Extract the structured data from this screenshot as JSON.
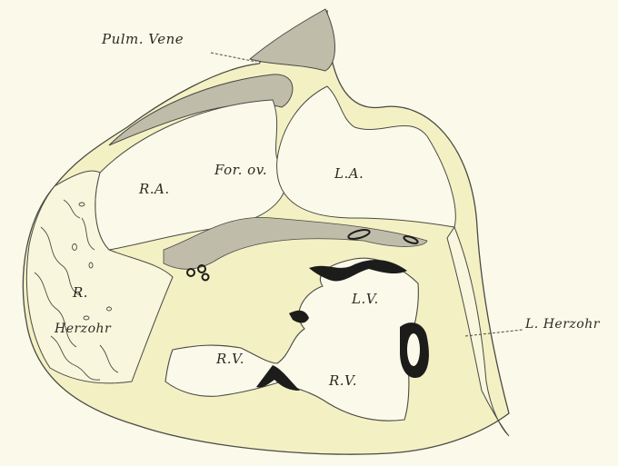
{
  "labels": {
    "pulm_vene": "Pulm. Vene",
    "for_ov": "For. ov.",
    "ra": "R.A.",
    "la": "L.A.",
    "lv": "L.V.",
    "rv_left": "R.V.",
    "rv_right": "R.V.",
    "r": "R.",
    "herzohr": "Herzohr",
    "l_herzohr": "L. Herzohr"
  },
  "colors": {
    "paper": "#fbfaea",
    "tissue": "#f3f0c4",
    "stipple": "#bfbcaa",
    "outline": "#4a4a44",
    "ink": "#1c1c1a"
  }
}
